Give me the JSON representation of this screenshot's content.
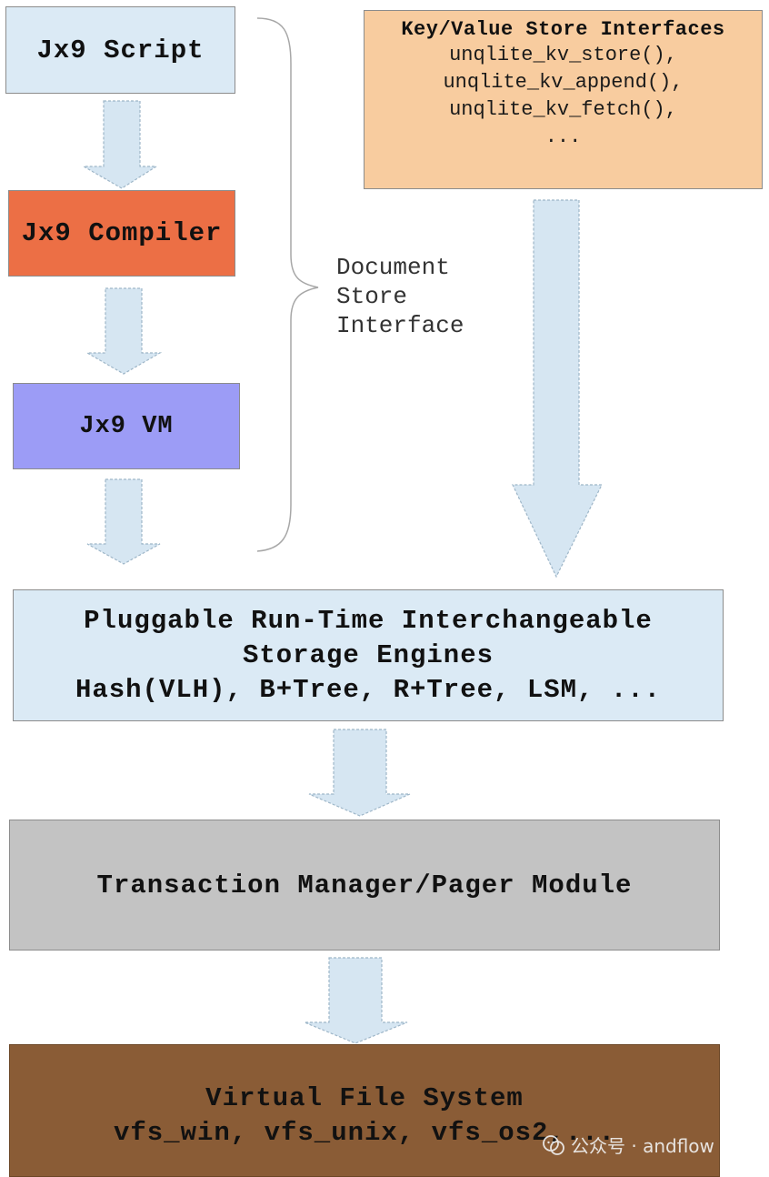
{
  "pipeline": {
    "script_label": "Jx9 Script",
    "compiler_label": "Jx9 Compiler",
    "vm_label": "Jx9 VM"
  },
  "document_store_label": [
    "Document",
    "Store",
    "Interface"
  ],
  "kv_interfaces": {
    "title": "Key/Value Store Interfaces",
    "items": [
      "unqlite_kv_store(),",
      "unqlite_kv_append(),",
      "unqlite_kv_fetch(),",
      "..."
    ]
  },
  "storage_engines": {
    "lines": [
      "Pluggable Run-Time Interchangeable",
      "Storage Engines",
      "Hash(VLH), B+Tree, R+Tree, LSM, ..."
    ]
  },
  "transaction_manager": {
    "label": "Transaction Manager/Pager Module"
  },
  "virtual_file_system": {
    "lines": [
      "Virtual File System",
      "vfs_win, vfs_unix, vfs_os2,..."
    ]
  },
  "watermark": {
    "text": "公众号 · andflow"
  },
  "colors": {
    "light_blue": "#dbeaf5",
    "compiler_orange": "#ec6f45",
    "vm_purple": "#9c9cf6",
    "kv_peach": "#f8cc9f",
    "txn_gray": "#c3c3c3",
    "vfs_brown": "#8a5c36",
    "arrow_fill": "#d6e6f2"
  }
}
